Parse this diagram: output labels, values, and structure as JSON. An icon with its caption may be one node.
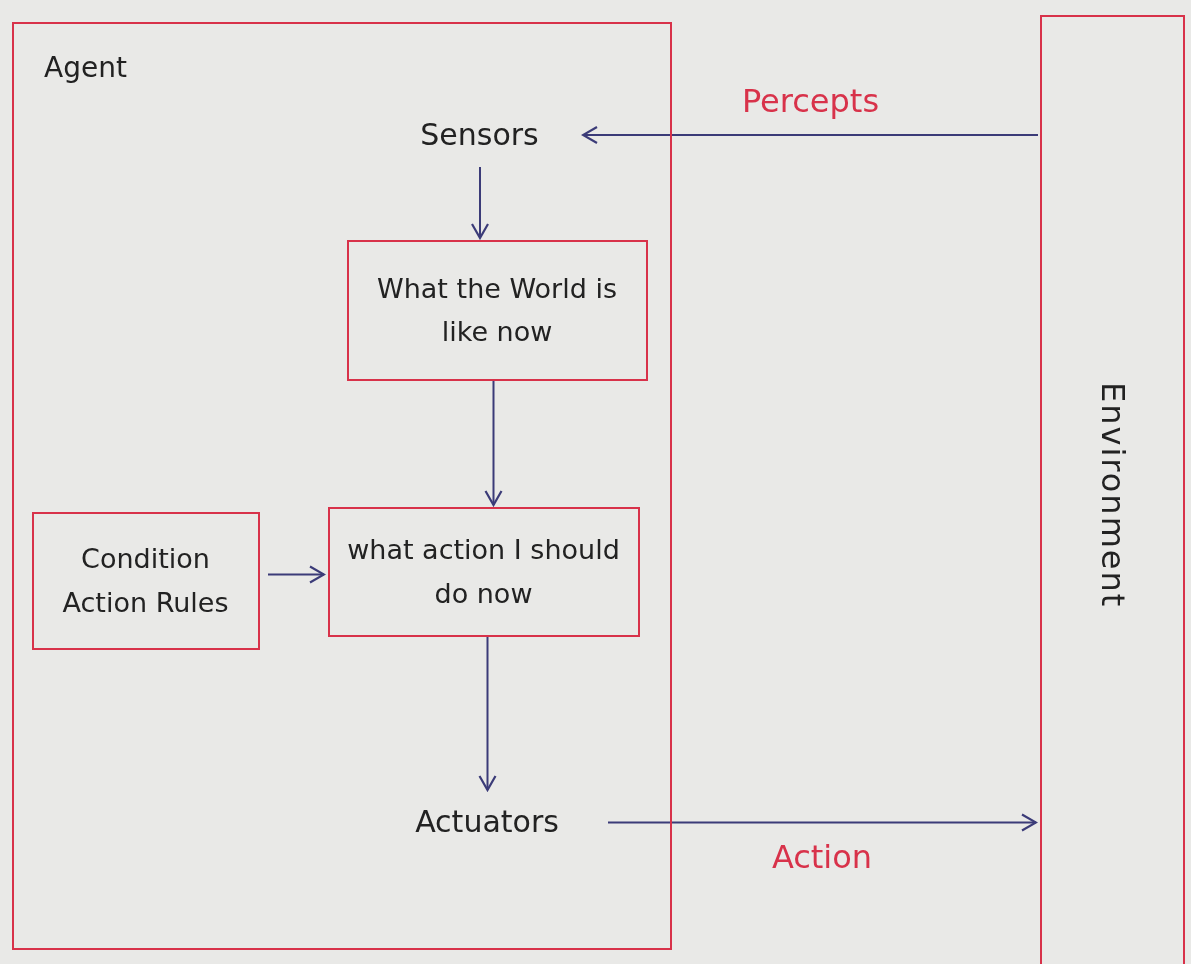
{
  "diagram": {
    "nodes": [
      {
        "text": [
          "Agent"
        ]
      },
      {
        "text": [
          "Sensors"
        ],
        "in": 0
      },
      {
        "text": [
          "What the World is like now"
        ],
        "in": 0
      },
      {
        "text": [
          "Condition Action Rules"
        ],
        "in": 0
      },
      {
        "text": [
          "what action I should do now"
        ],
        "in": 0
      },
      {
        "text": [
          "Actuators"
        ],
        "in": 0
      },
      {
        "text": [
          "Environment"
        ]
      }
    ],
    "edges": [
      {
        "from": 6,
        "to": 1,
        "arrow": "to",
        "label": "Percepts"
      },
      {
        "from": 1,
        "to": 2,
        "arrow": "to"
      },
      {
        "from": 2,
        "to": 4,
        "arrow": "to"
      },
      {
        "from": 3,
        "to": 4,
        "arrow": "to"
      },
      {
        "from": 4,
        "to": 5,
        "arrow": "to"
      },
      {
        "from": 5,
        "to": 6,
        "arrow": "to",
        "label": "Action"
      }
    ]
  }
}
